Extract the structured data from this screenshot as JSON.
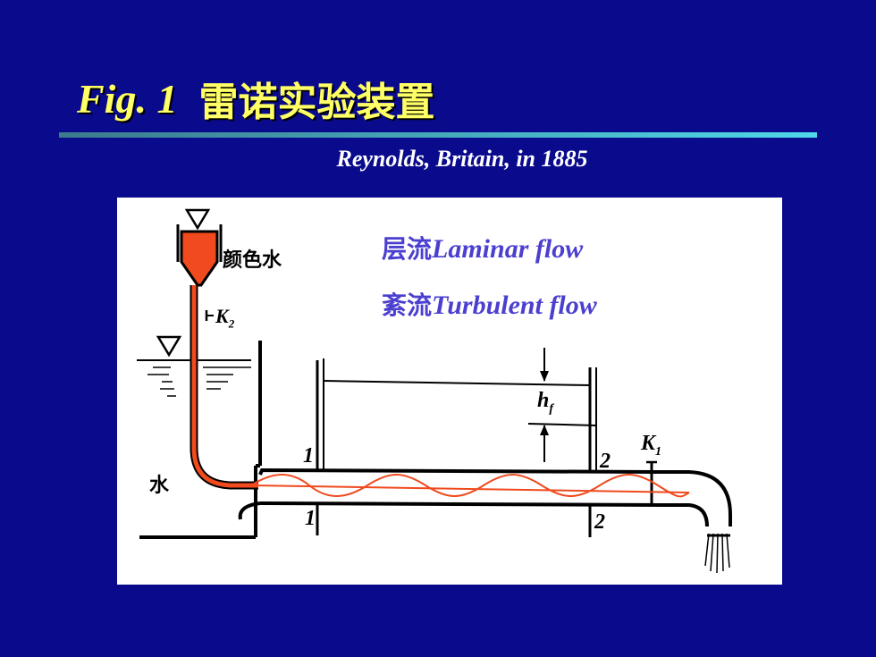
{
  "slide": {
    "fig_label": "Fig. 1",
    "title_cn": "雷诺实验装置",
    "subtitle": "Reynolds,  Britain, in 1885"
  },
  "figure": {
    "legend": [
      {
        "cn": "层流",
        "en": "Laminar flow"
      },
      {
        "cn": "紊流",
        "en": "Turbulent flow"
      }
    ],
    "labels": {
      "dye_water": "颜色水",
      "water": "水",
      "valve_k2": "K",
      "valve_k2_sub": "2",
      "valve_k1": "K",
      "valve_k1_sub": "1",
      "head_loss": "h",
      "head_loss_sub": "f",
      "section_1_top": "1",
      "section_1_bottom": "1",
      "section_2_top": "2",
      "section_2_bottom": "2"
    }
  },
  "colors": {
    "background": "#0a0a8c",
    "title": "#ffff66",
    "dye": "#f04a1e",
    "legend_text": "#4b3fcf"
  }
}
